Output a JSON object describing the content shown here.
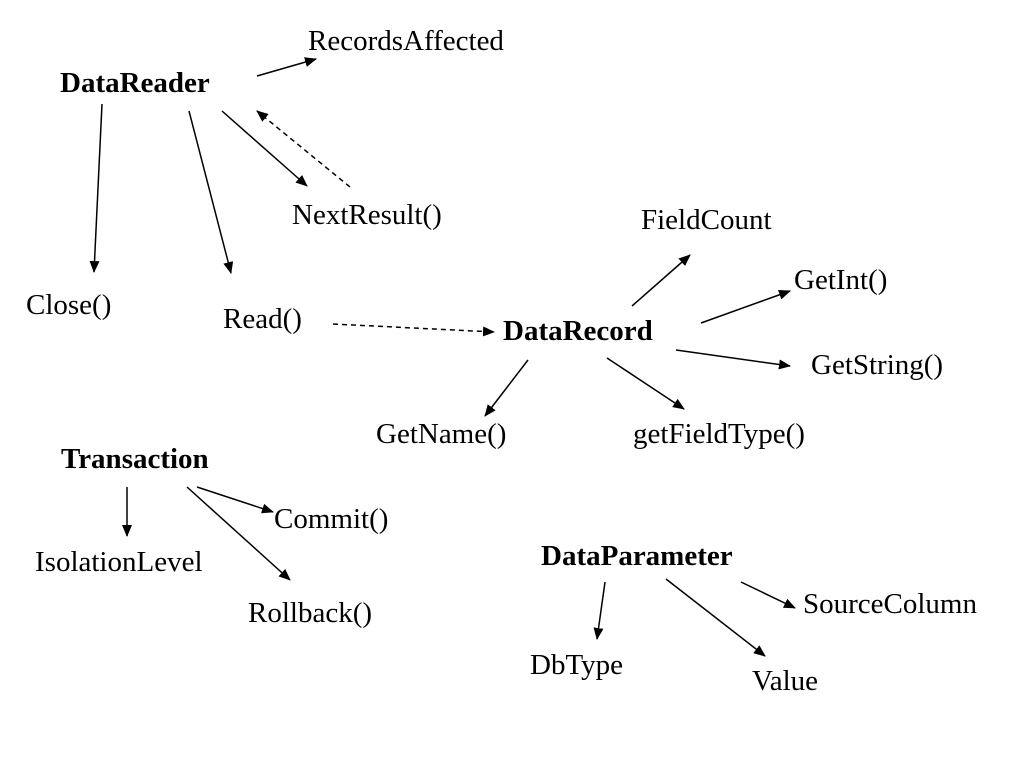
{
  "groups": {
    "data_reader": {
      "title": "DataReader",
      "records_affected": "RecordsAffected",
      "next_result": "NextResult()",
      "close": "Close()",
      "read": "Read()"
    },
    "data_record": {
      "title": "DataRecord",
      "field_count": "FieldCount",
      "get_int": "GetInt()",
      "get_string": "GetString()",
      "get_name": "GetName()",
      "get_field_type": "getFieldType()"
    },
    "transaction": {
      "title": "Transaction",
      "commit": "Commit()",
      "isolation_level": "IsolationLevel",
      "rollback": "Rollback()"
    },
    "data_parameter": {
      "title": "DataParameter",
      "source_column": "SourceColumn",
      "db_type": "DbType",
      "value": "Value"
    }
  },
  "edges": [
    {
      "from": "DataReader",
      "to": "RecordsAffected",
      "style": "solid"
    },
    {
      "from": "DataReader",
      "to": "NextResult()",
      "style": "solid"
    },
    {
      "from": "NextResult()",
      "to": "DataReader",
      "style": "dashed"
    },
    {
      "from": "DataReader",
      "to": "Close()",
      "style": "solid"
    },
    {
      "from": "DataReader",
      "to": "Read()",
      "style": "solid"
    },
    {
      "from": "Read()",
      "to": "DataRecord",
      "style": "dashed"
    },
    {
      "from": "DataRecord",
      "to": "FieldCount",
      "style": "solid"
    },
    {
      "from": "DataRecord",
      "to": "GetInt()",
      "style": "solid"
    },
    {
      "from": "DataRecord",
      "to": "GetString()",
      "style": "solid"
    },
    {
      "from": "DataRecord",
      "to": "GetName()",
      "style": "solid"
    },
    {
      "from": "DataRecord",
      "to": "getFieldType()",
      "style": "solid"
    },
    {
      "from": "Transaction",
      "to": "IsolationLevel",
      "style": "solid"
    },
    {
      "from": "Transaction",
      "to": "Commit()",
      "style": "solid"
    },
    {
      "from": "Transaction",
      "to": "Rollback()",
      "style": "solid"
    },
    {
      "from": "DataParameter",
      "to": "DbType",
      "style": "solid"
    },
    {
      "from": "DataParameter",
      "to": "Value",
      "style": "solid"
    },
    {
      "from": "DataParameter",
      "to": "SourceColumn",
      "style": "solid"
    }
  ]
}
